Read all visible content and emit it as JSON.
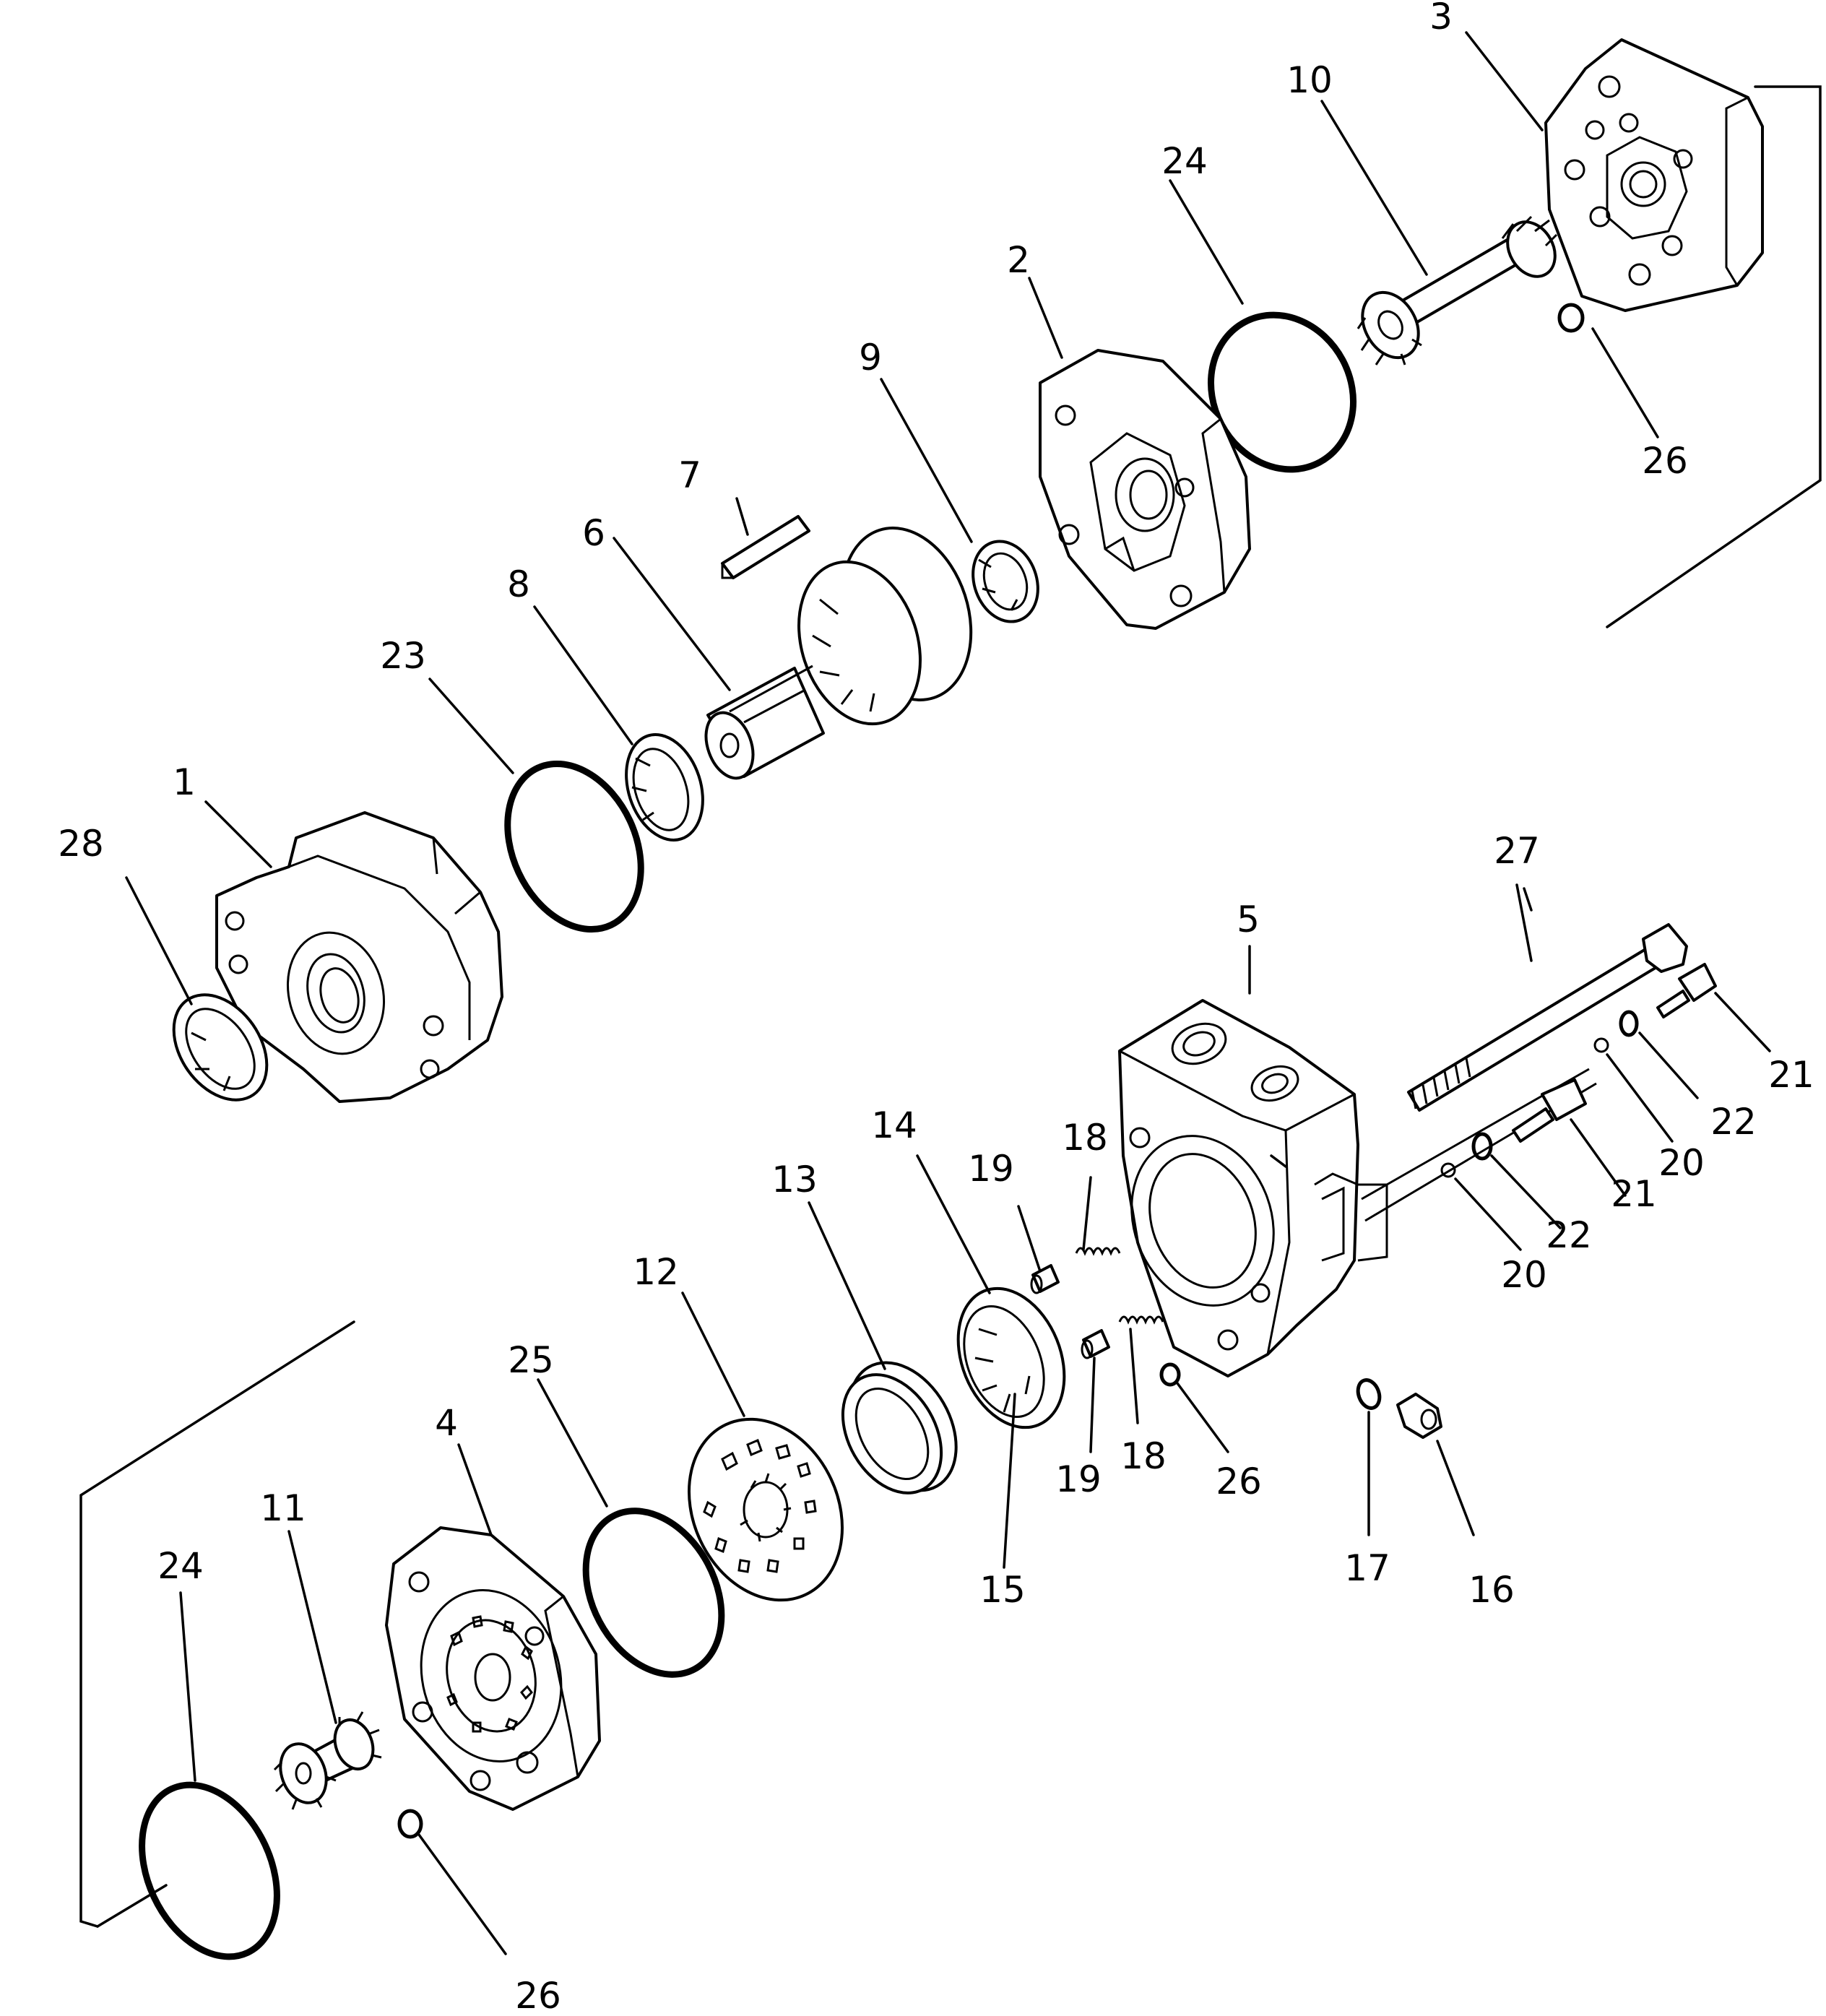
{
  "callouts": [
    {
      "id": "c-1",
      "text": "1"
    },
    {
      "id": "c-2",
      "text": "2"
    },
    {
      "id": "c-3",
      "text": "3"
    },
    {
      "id": "c-4",
      "text": "4"
    },
    {
      "id": "c-5",
      "text": "5"
    },
    {
      "id": "c-6",
      "text": "6"
    },
    {
      "id": "c-7",
      "text": "7"
    },
    {
      "id": "c-8",
      "text": "8"
    },
    {
      "id": "c-9",
      "text": "9"
    },
    {
      "id": "c-10",
      "text": "10"
    },
    {
      "id": "c-11",
      "text": "11"
    },
    {
      "id": "c-12",
      "text": "12"
    },
    {
      "id": "c-13",
      "text": "13"
    },
    {
      "id": "c-14",
      "text": "14"
    },
    {
      "id": "c-15",
      "text": "15"
    },
    {
      "id": "c-16",
      "text": "16"
    },
    {
      "id": "c-17",
      "text": "17"
    },
    {
      "id": "c-18a",
      "text": "18"
    },
    {
      "id": "c-18b",
      "text": "18"
    },
    {
      "id": "c-19a",
      "text": "19"
    },
    {
      "id": "c-19b",
      "text": "19"
    },
    {
      "id": "c-20a",
      "text": "20"
    },
    {
      "id": "c-20b",
      "text": "20"
    },
    {
      "id": "c-21a",
      "text": "21"
    },
    {
      "id": "c-21b",
      "text": "21"
    },
    {
      "id": "c-22a",
      "text": "22"
    },
    {
      "id": "c-22b",
      "text": "22"
    },
    {
      "id": "c-23",
      "text": "23"
    },
    {
      "id": "c-24a",
      "text": "24"
    },
    {
      "id": "c-24b",
      "text": "24"
    },
    {
      "id": "c-25",
      "text": "25"
    },
    {
      "id": "c-26a",
      "text": "26"
    },
    {
      "id": "c-26b",
      "text": "26"
    },
    {
      "id": "c-26c",
      "text": "26"
    },
    {
      "id": "c-27",
      "text": "27"
    },
    {
      "id": "c-28",
      "text": "28"
    }
  ]
}
